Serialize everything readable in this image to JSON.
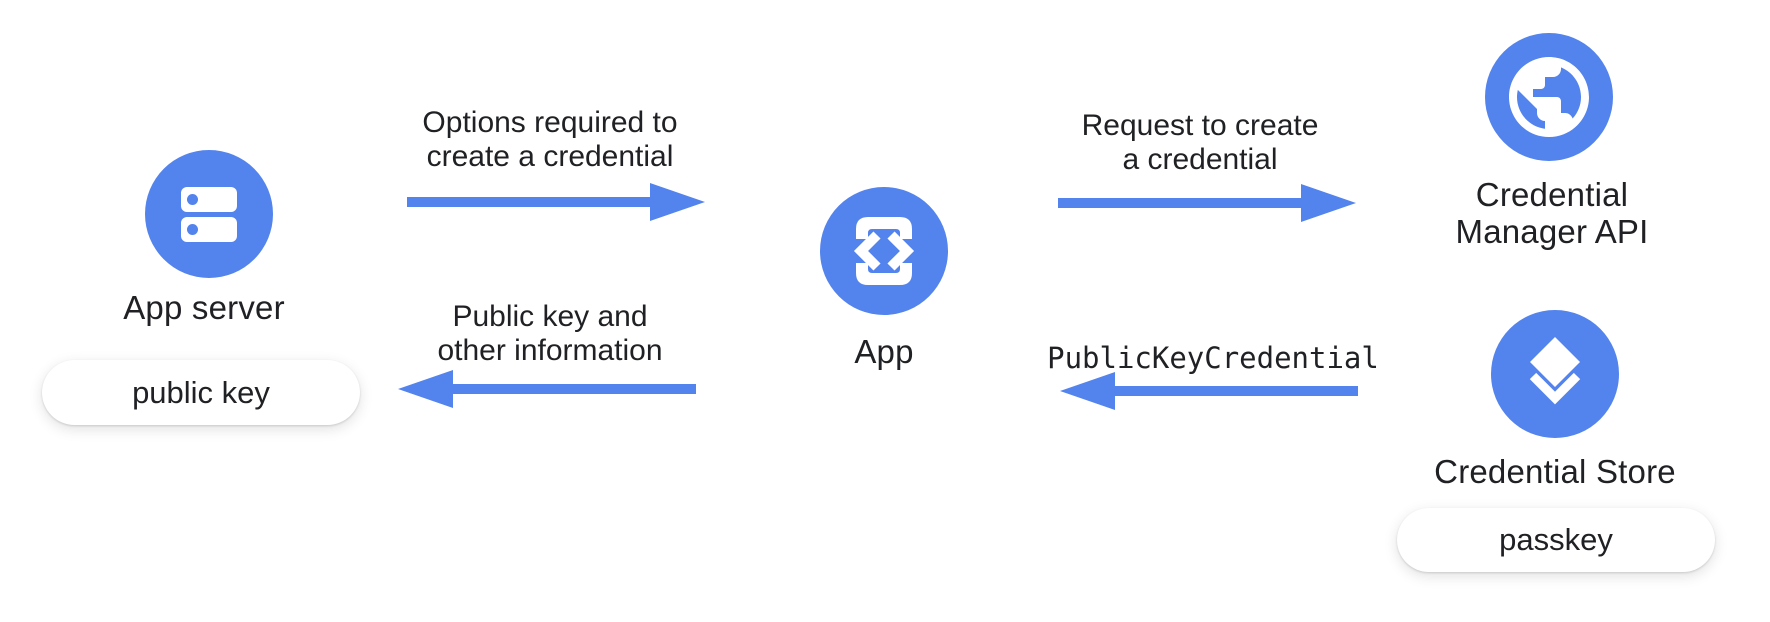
{
  "colors": {
    "accent_blue": "#5383EC",
    "text": "#202124",
    "badge_bg": "#ffffff"
  },
  "nodes": {
    "app_server": {
      "label": "App server",
      "badge": "public key",
      "icon": "server-icon"
    },
    "app": {
      "label": "App",
      "icon": "app-code-icon"
    },
    "credential_manager_api": {
      "label_line1": "Credential",
      "label_line2": "Manager API",
      "icon": "globe-icon"
    },
    "credential_store": {
      "label": "Credential Store",
      "badge": "passkey",
      "icon": "layers-icon"
    }
  },
  "flows": {
    "options": {
      "line1": "Options required to",
      "line2": "create a credential",
      "direction": "right"
    },
    "request": {
      "line1": "Request to create",
      "line2": "a credential",
      "direction": "right"
    },
    "public_key_info": {
      "line1": "Public key and",
      "line2": "other information",
      "direction": "left"
    },
    "public_key_credential": {
      "label": "PublicKeyCredential",
      "direction": "left"
    }
  }
}
